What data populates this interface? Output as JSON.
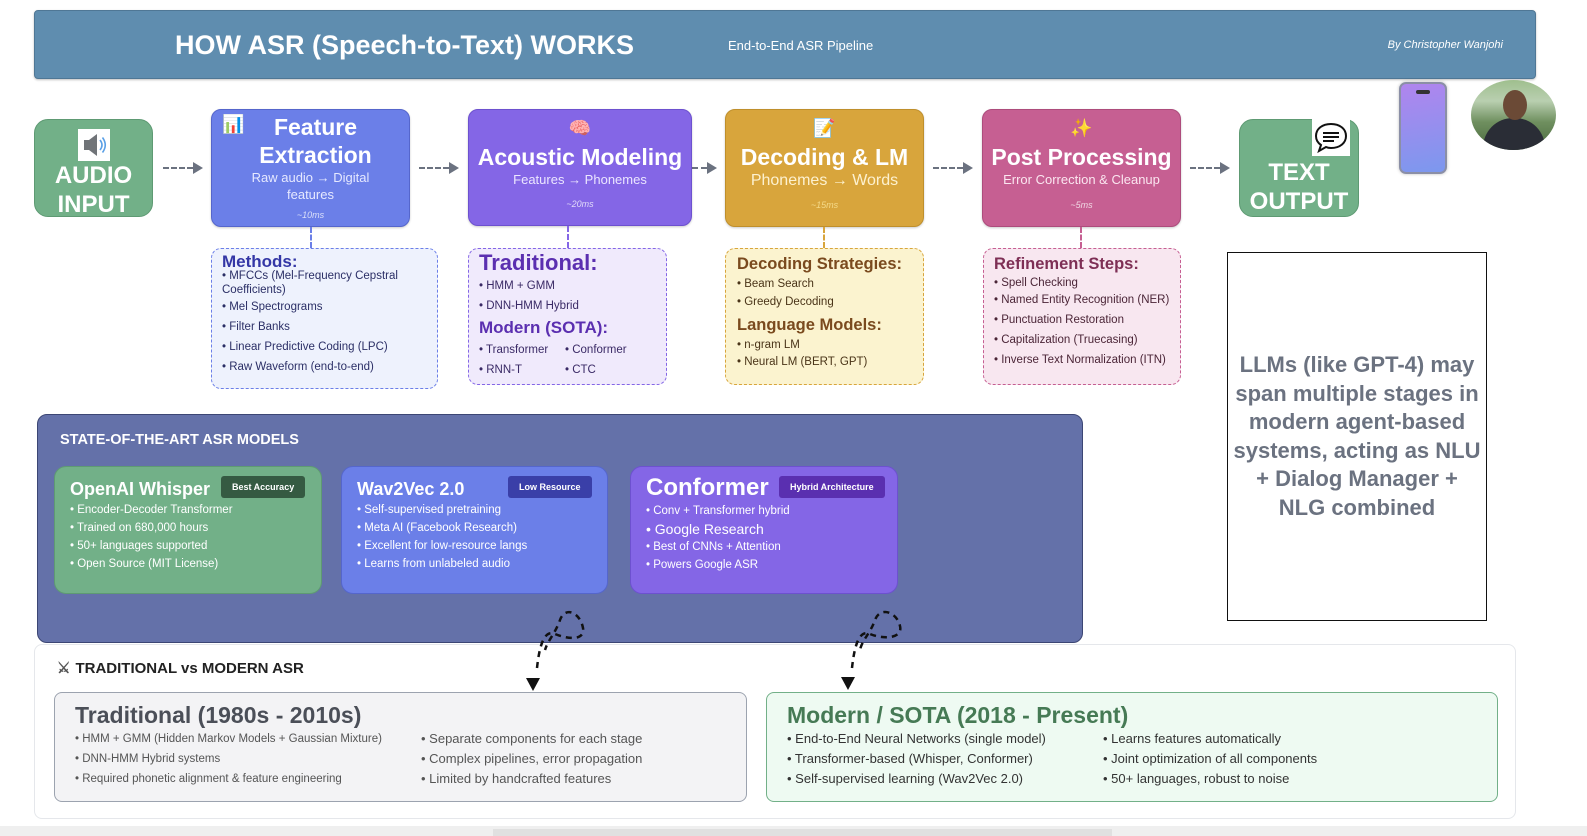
{
  "header": {
    "title": "HOW ASR (Speech-to-Text) WORKS",
    "subtitle": "End-to-End ASR Pipeline",
    "author": "By Christopher Wanjohi"
  },
  "pipeline": {
    "input": {
      "icon": "speaker-icon",
      "line1": "AUDIO",
      "line2": "INPUT"
    },
    "stages": [
      {
        "icon": "bar-chart-icon",
        "glyph": "📊",
        "title": "Feature Extraction",
        "desc": "Raw audio → Digital features",
        "time": "~10ms",
        "color": "#6b7fe8"
      },
      {
        "icon": "brain-icon",
        "glyph": "🧠",
        "title": "Acoustic Modeling",
        "desc": "Features → Phonemes",
        "time": "~20ms",
        "color": "#8466e6"
      },
      {
        "icon": "memo-icon",
        "glyph": "📝",
        "title": "Decoding & LM",
        "desc": "Phonemes → Words",
        "time": "~15ms",
        "color": "#d8a53c"
      },
      {
        "icon": "sparkles-icon",
        "glyph": "✨",
        "title": "Post Processing",
        "desc": "Error Correction & Cleanup",
        "time": "~5ms",
        "color": "#c65f92"
      }
    ],
    "output": {
      "icon": "speech-bubble-icon",
      "line1": "TEXT",
      "line2": "OUTPUT"
    }
  },
  "details": {
    "feature_extraction": {
      "heading": "Methods:",
      "items": [
        "• MFCCs (Mel-Frequency Cepstral Coefficients)",
        "• Mel Spectrograms",
        "• Filter Banks",
        "• Linear Predictive Coding (LPC)",
        "• Raw Waveform (end-to-end)"
      ]
    },
    "acoustic_modeling": {
      "heading_traditional": "Traditional:",
      "traditional": [
        "• HMM + GMM",
        "• DNN-HMM Hybrid"
      ],
      "heading_modern": "Modern (SOTA):",
      "modern": [
        "• Transformer",
        "• Conformer",
        "• RNN-T",
        "• CTC"
      ]
    },
    "decoding": {
      "heading_strategies": "Decoding Strategies:",
      "strategies": [
        "• Beam Search",
        "• Greedy Decoding"
      ],
      "heading_lm": "Language Models:",
      "lms": [
        "• n-gram LM",
        "• Neural LM (BERT, GPT)"
      ]
    },
    "post_processing": {
      "heading": "Refinement Steps:",
      "items": [
        "• Spell Checking",
        "• Named Entity Recognition (NER)",
        "• Punctuation Restoration",
        "• Capitalization (Truecasing)",
        "• Inverse Text Normalization (ITN)"
      ]
    }
  },
  "note": "LLMs (like GPT-4) may span multiple stages in modern agent-based systems, acting as NLU + Dialog Manager + NLG combined",
  "sota": {
    "title": "STATE-OF-THE-ART ASR MODELS",
    "models": [
      {
        "name": "OpenAI Whisper",
        "badge": "Best Accuracy",
        "items": [
          "• Encoder-Decoder Transformer",
          "• Trained on 680,000 hours",
          "• 50+ languages supported",
          "• Open Source (MIT License)"
        ]
      },
      {
        "name": "Wav2Vec 2.0",
        "badge": "Low Resource",
        "items": [
          "• Self-supervised pretraining",
          "• Meta AI (Facebook Research)",
          "• Excellent for low-resource langs",
          "• Learns from unlabeled audio"
        ]
      },
      {
        "name": "Conformer",
        "badge": "Hybrid Architecture",
        "items": [
          "• Conv + Transformer hybrid",
          "• Google Research",
          "• Best of CNNs + Attention",
          "• Powers Google ASR"
        ]
      }
    ]
  },
  "comparison": {
    "icon": "crossed-swords-icon",
    "title": "TRADITIONAL vs MODERN ASR",
    "traditional": {
      "title": "Traditional (1980s - 2010s)",
      "col1": [
        "• HMM + GMM (Hidden Markov Models + Gaussian Mixture)",
        "• DNN-HMM Hybrid systems",
        "• Required phonetic alignment & feature engineering"
      ],
      "col2": [
        "• Separate components for each stage",
        "• Complex pipelines, error propagation",
        "• Limited by handcrafted features"
      ]
    },
    "modern": {
      "title": "Modern / SOTA (2018 - Present)",
      "col1": [
        "• End-to-End Neural Networks (single model)",
        "• Transformer-based (Whisper, Conformer)",
        "• Self-supervised learning (Wav2Vec 2.0)"
      ],
      "col2": [
        "• Learns features automatically",
        "• Joint optimization of all components",
        "• 50+ languages, robust to noise"
      ]
    }
  }
}
